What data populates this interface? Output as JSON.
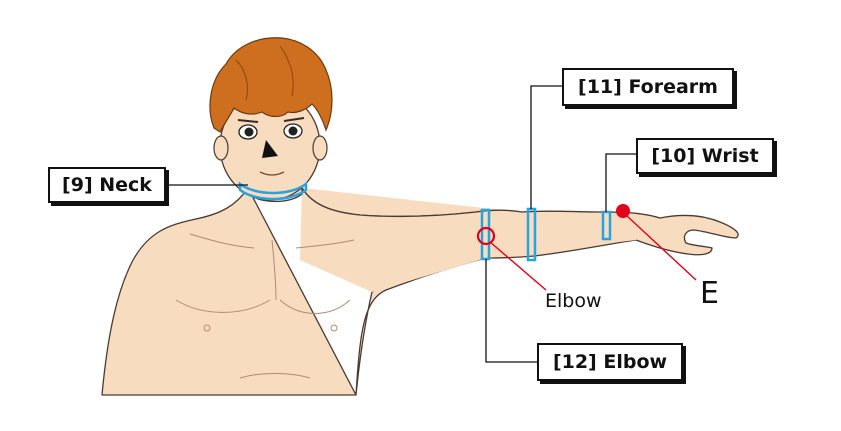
{
  "labels": {
    "neck": "[9] Neck",
    "forearm": "[11] Forearm",
    "wrist": "[10] Wrist",
    "elbow_box": "[12] Elbow",
    "elbow_point": "Elbow",
    "e_point": "E"
  },
  "colors": {
    "skin": "#f8dcc0",
    "skin_outline": "#4a3a32",
    "hair": "#cd6f1f",
    "sensor_band": "#29a3e0",
    "marker_point": "#e0001b",
    "leader_line_red": "#e0001b",
    "leader_line_black": "#111111"
  }
}
